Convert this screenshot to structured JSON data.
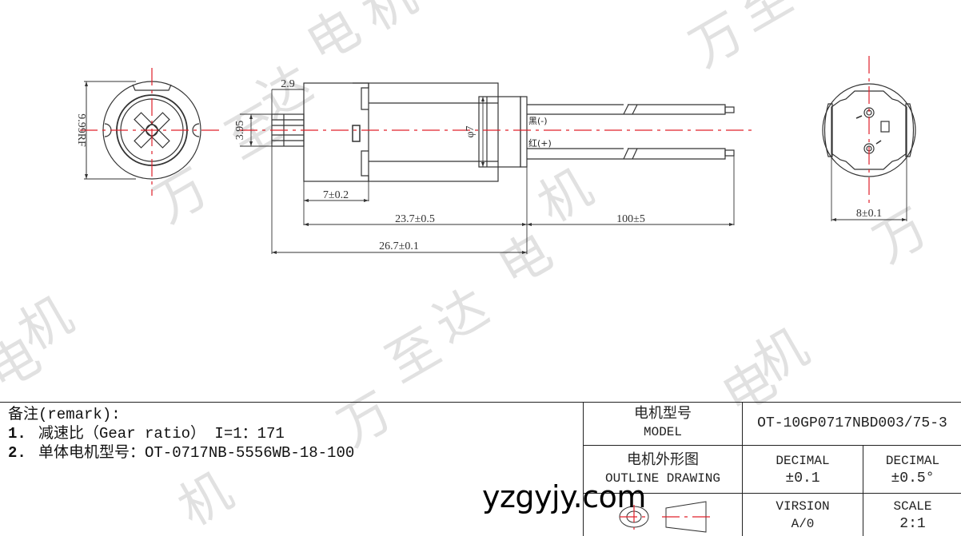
{
  "drawing": {
    "front_view": {
      "dimension_label": "9.99RF"
    },
    "side_view": {
      "dim_gear_length": "2.9",
      "dim_shaft_height": "3.95",
      "dim_diameter": "φ7",
      "dim_gearbox_length": "7±0.2",
      "dim_motor_length": "23.7±0.5",
      "dim_lead_length": "100±5",
      "dim_overall_length": "26.7±0.1",
      "wire_black_label": "黑(-)",
      "wire_red_label": "红(+)"
    },
    "rear_view": {
      "dimension_label": "8±0.1"
    },
    "centerline_color": "#e0202a",
    "watermark_text": "万至达电机"
  },
  "remarks": {
    "title": "备注(remark):",
    "items": [
      {
        "num": "1.",
        "text": "减速比（Gear ratio） I=1：171"
      },
      {
        "num": "2.",
        "text": "单体电机型号：OT-0717NB-5556WB-18-100"
      }
    ]
  },
  "title_block": {
    "model_label_cn": "电机型号",
    "model_label_en": "MODEL",
    "model_value": "OT-10GP0717NBD003/75-3",
    "drawing_label_cn": "电机外形图",
    "drawing_label_en": "OUTLINE DRAWING",
    "tol_linear_label": "DECIMAL",
    "tol_linear_value": "±0.1",
    "tol_angle_label": "DECIMAL",
    "tol_angle_value": "±0.5°",
    "version_label": "VIRSION",
    "version_value": "A/0",
    "scale_label": "SCALE",
    "scale_value": "2:1"
  },
  "site_watermark": "yzgyjy.com"
}
